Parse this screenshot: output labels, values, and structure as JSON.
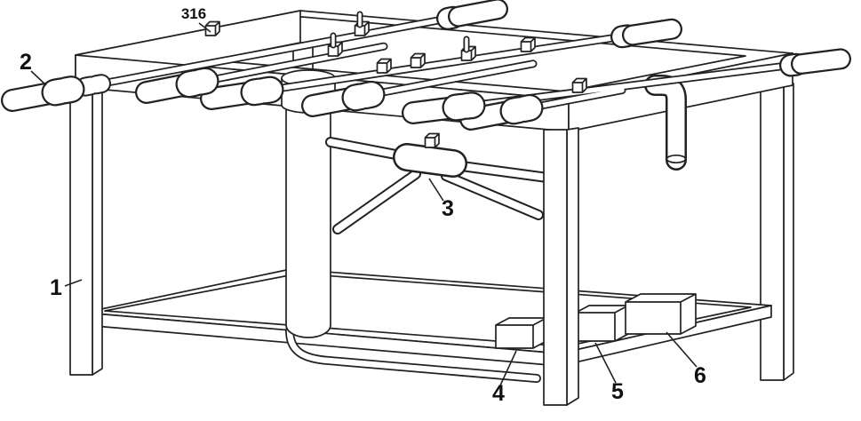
{
  "figure": {
    "background": "#ffffff",
    "line_color": "#222222",
    "label_color": "#111111"
  },
  "labels": [
    {
      "id": "316",
      "text": "316"
    },
    {
      "id": "2",
      "text": "2"
    },
    {
      "id": "1",
      "text": "1"
    },
    {
      "id": "3",
      "text": "3"
    },
    {
      "id": "4",
      "text": "4"
    },
    {
      "id": "5",
      "text": "5"
    },
    {
      "id": "6",
      "text": "6"
    }
  ]
}
